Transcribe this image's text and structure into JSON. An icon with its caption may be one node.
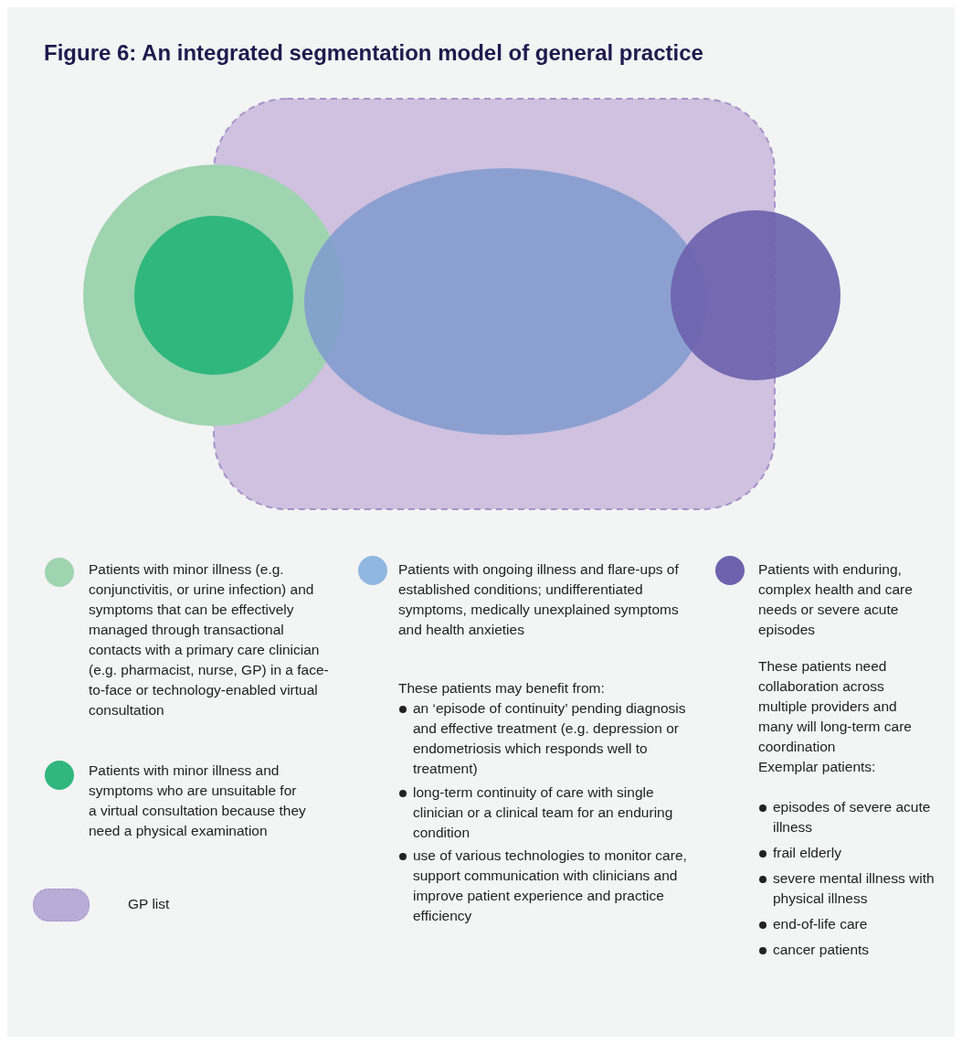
{
  "diagram": {
    "title": "Figure 6: An integrated segmentation model of general practice",
    "labels": [
      "These patients may benefit from:",
      "an ‘episode of continuity’ pending diagnosis and effective treatment (e.g. depression or endometriosis which responds well to treatment)",
      "long-term continuity of care with single clinician or a clinical team for an enduring condition",
      "use of various technologies to monitor care, support communication with clinicians and improve patient experience and practice efficiency",
      "These patients need collaboration across multiple providers and many will long-term care coordination",
      "Exemplar patients:",
      "episodes of severe acute illness",
      "frail elderly",
      "severe mental illness with physical illness",
      "end-of-life care",
      "cancer patients"
    ],
    "legend": [
      {
        "text": "Patients with minor illness (e.g. conjunctivitis, or urine infection) and symptoms that can be effectively managed through transactional contacts with a primary care clinician (e.g. pharmacist, nurse, GP) in a face-to-face or technology-enabled virtual consultation",
        "color": "#9fd4b0"
      },
      {
        "text": "Patients with minor illness and symptoms who are unsuitable for a virtual consultation because they need a physical examination",
        "color": "#30b77e"
      },
      {
        "text": "GP list",
        "color": "#b9acd6"
      },
      {
        "text": "Patients with ongoing illness and flare-ups of established conditions; undifferentiated symptoms, medically unexplained symptoms and health anxieties",
        "color": "#8fb7e0"
      },
      {
        "text": "Patients with enduring, complex health and care needs or severe acute episodes",
        "color": "#6e62ad"
      }
    ]
  }
}
